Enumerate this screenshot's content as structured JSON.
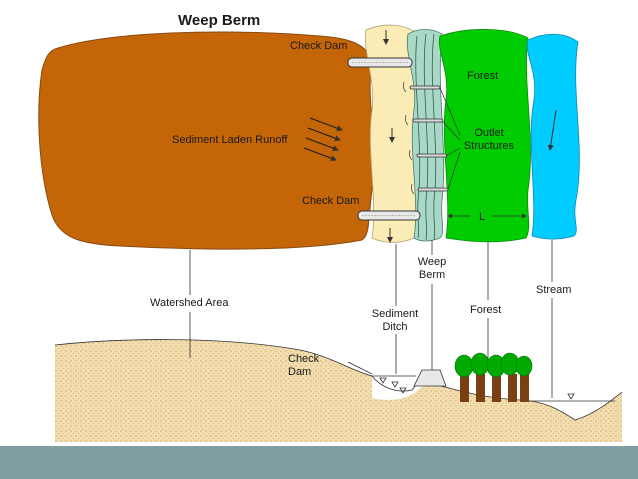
{
  "title": "Weep Berm",
  "plan_labels": {
    "check_dam_top": "Check Dam",
    "check_dam_bottom": "Check Dam",
    "runoff": "Sediment Laden Runoff",
    "forest": "Forest",
    "outlet_line1": "Outlet",
    "outlet_line2": "Structures",
    "length": "L"
  },
  "section_labels": {
    "weep_line1": "Weep",
    "weep_line2": "Berm",
    "stream": "Stream",
    "watershed": "Watershed Area",
    "ditch_line1": "Sediment",
    "ditch_line2": "Ditch",
    "forest": "Forest",
    "check_line1": "Check",
    "check_line2": "Dam"
  },
  "colors": {
    "watershed": "#C46508",
    "ditch": "#FBEBB4",
    "berm": "#A9D8C6",
    "forest": "#00CC00",
    "stream": "#00CCFF",
    "footer": "#7F9FA3",
    "soil": "#F3DDAE"
  }
}
